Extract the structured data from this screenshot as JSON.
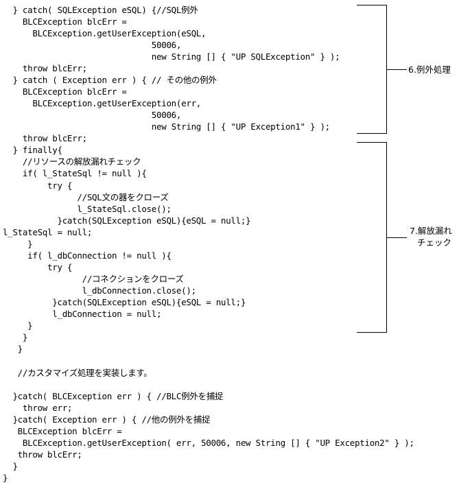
{
  "code_lines": [
    "  } catch( SQLException eSQL) {//SQL例外",
    "    BLCException blcErr =",
    "      BLCException.getUserException(eSQL,",
    "                              50006,",
    "                              new String [] { \"UP SQLException\" } );",
    "    throw blcErr;",
    "  } catch ( Exception err ) { // その他の例外",
    "    BLCException blcErr =",
    "      BLCException.getUserException(err,",
    "                              50006,",
    "                              new String [] { \"UP Exception1\" } );",
    "    throw blcErr;",
    "  } finally{",
    "    //リソースの解放漏れチェック",
    "    if( l_StateSql != null ){",
    "         try {",
    "               //SQL文の器をクローズ",
    "               l_StateSql.close();",
    "           }catch(SQLException eSQL){eSQL = null;}",
    "l_StateSql = null;",
    "     }",
    "     if( l_dbConnection != null ){",
    "         try {",
    "                //コネクションをクローズ",
    "                l_dbConnection.close();",
    "          }catch(SQLException eSQL){eSQL = null;}",
    "          l_dbConnection = null;",
    "     }",
    "    }",
    "   }",
    "",
    "   //カスタマイズ処理を実装します。",
    "",
    "  }catch( BLCException err ) { //BLC例外を捕捉",
    "    throw err;",
    "  }catch( Exception err ) { //他の例外を捕捉",
    "   BLCException blcErr =",
    "    BLCException.getUserException( err, 50006, new String [] { \"UP Exception2\" } );",
    "   throw blcErr;",
    "  }",
    "}"
  ],
  "annotations": {
    "exception_handling": "6.例外処理",
    "release_check_line1": "7.解放漏れ",
    "release_check_line2": "チェック"
  }
}
